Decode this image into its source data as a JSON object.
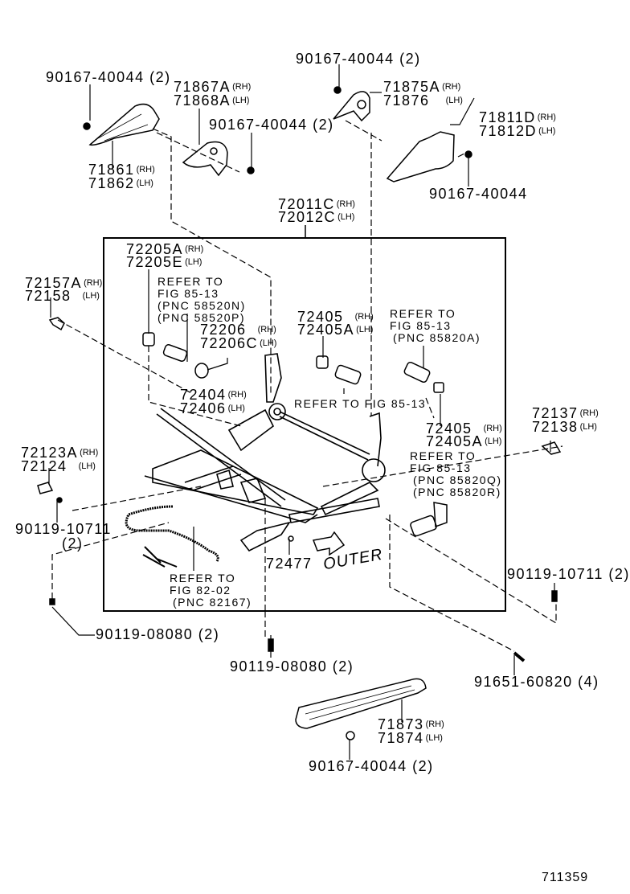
{
  "figure_number": "711359",
  "direction_label": "OUTER",
  "side_tags": {
    "rh": "(RH)",
    "lh": "(LH)"
  },
  "parts": {
    "bolt_tl": "90167-40044 (2)",
    "cover_71861": {
      "rh": "71861",
      "lh": "71862"
    },
    "cover_71867": {
      "rh": "71867A",
      "lh": "71868A"
    },
    "bolt_tm": "90167-40044 (2)",
    "bolt_top": "90167-40044 (2)",
    "cover_71875": {
      "rh": "71875A",
      "lh": "71876"
    },
    "cover_71811": {
      "rh": "71811D",
      "lh": "71812D"
    },
    "bolt_tr": "90167-40044",
    "frame_72011": {
      "rh": "72011C",
      "lh": "72012C"
    },
    "knob_72205": {
      "rh": "72205A",
      "lh": "72205E"
    },
    "clip_72157": {
      "rh": "72157A",
      "lh": "72158"
    },
    "gear_72206": {
      "rh": "72206",
      "lh": "72206C"
    },
    "gear_72405_a": {
      "rh": "72405",
      "lh": "72405A"
    },
    "gear_72404": {
      "rh": "72404",
      "lh": "72406"
    },
    "gear_72405_b": {
      "rh": "72405",
      "lh": "72405A"
    },
    "clip_72137": {
      "rh": "72137",
      "lh": "72138"
    },
    "clip_72123": {
      "rh": "72123A",
      "lh": "72124"
    },
    "bolt_90119_10711_l": {
      "num": "90119-10711",
      "qty": "(2)"
    },
    "bolt_90119_10711_r": "90119-10711 (2)",
    "bolt_90119_08080_l": "90119-08080 (2)",
    "bolt_90119_08080_c": "90119-08080 (2)",
    "clip_72477": "72477",
    "screw_91651": "91651-60820 (4)",
    "cover_71873": {
      "rh": "71873",
      "lh": "71874"
    },
    "bolt_bottom": "90167-40044 (2)"
  },
  "references": {
    "ref_58520": [
      "REFER TO",
      "FIG 85-13",
      "(PNC 58520N)",
      "(PNC 58520P)"
    ],
    "ref_85820a": [
      "REFER TO",
      "FIG 85-13",
      "(PNC 85820A)"
    ],
    "ref_fig_85_13": "REFER TO FIG 85-13",
    "ref_85820q": [
      "REFER TO",
      "FIG 85-13",
      "(PNC 85820Q)",
      "(PNC 85820R)"
    ],
    "ref_82167": [
      "REFER TO",
      "FIG 82-02",
      "(PNC 82167)"
    ]
  }
}
